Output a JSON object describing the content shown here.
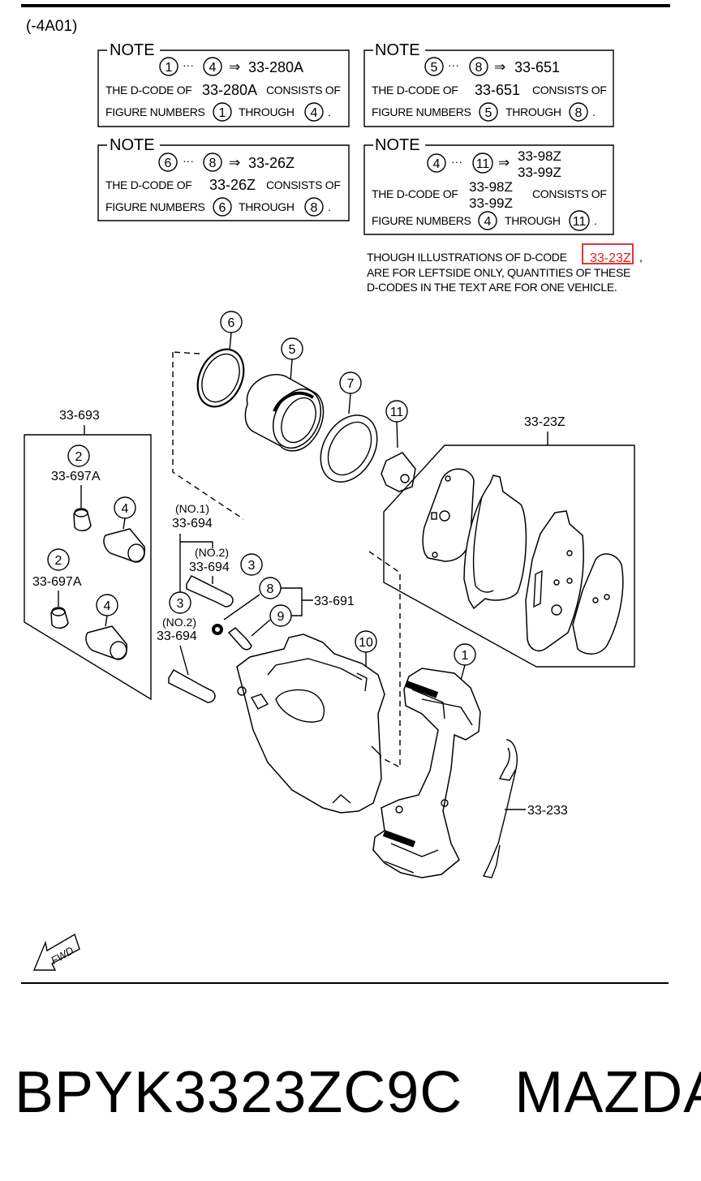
{
  "header": {
    "code": "(-4A01)"
  },
  "notes": [
    {
      "title": "NOTE",
      "from": "1",
      "to": "4",
      "dcode": "33-280A",
      "line1_pre": "THE D-CODE OF",
      "line1_code": "33-280A",
      "line1_post": "CONSISTS OF",
      "line2_pre": "FIGURE NUMBERS",
      "line2_mid": "THROUGH",
      "line2_end": "."
    },
    {
      "title": "NOTE",
      "from": "5",
      "to": "8",
      "dcode": "33-651",
      "line1_pre": "THE D-CODE OF",
      "line1_code": "33-651",
      "line1_post": "CONSISTS OF",
      "line2_pre": "FIGURE NUMBERS",
      "line2_mid": "THROUGH",
      "line2_end": "."
    },
    {
      "title": "NOTE",
      "from": "6",
      "to": "8",
      "dcode": "33-26Z",
      "line1_pre": "THE D-CODE OF",
      "line1_code": "33-26Z",
      "line1_post": "CONSISTS OF",
      "line2_pre": "FIGURE NUMBERS",
      "line2_mid": "THROUGH",
      "line2_end": "."
    },
    {
      "title": "NOTE",
      "from": "4",
      "to": "11",
      "dcode": "33-98Z",
      "dcode2": "33-99Z",
      "line1_pre": "THE D-CODE OF",
      "line1_code": "33-98Z",
      "line1_code2": "33-99Z",
      "line1_post": "CONSISTS OF",
      "line2_pre": "FIGURE NUMBERS",
      "line2_mid": "THROUGH",
      "line2_end": "."
    }
  ],
  "disclaimer": {
    "line1_pre": "THOUGH ILLUSTRATIONS OF D-CODE",
    "highlight_code": "33-23Z",
    "line1_post": ",",
    "line2": "ARE FOR LEFTSIDE ONLY, QUANTITIES OF THESE",
    "line3": "D-CODES IN THE TEXT ARE FOR ONE VEHICLE."
  },
  "callouts": {
    "c1": "1",
    "c2a": "2",
    "c2b": "2",
    "c3a": "3",
    "c3b": "3",
    "c4a": "4",
    "c4b": "4",
    "c5": "5",
    "c6": "6",
    "c7": "7",
    "c8": "8",
    "c9": "9",
    "c10": "10",
    "c11": "11"
  },
  "labels": {
    "group_left": "33-693",
    "bushing_a": "33-697A",
    "bushing_b": "33-697A",
    "pads_group": "33-23Z",
    "no1": "(NO.1)",
    "bolt_no1": "33-694",
    "no2a": "(NO.2)",
    "bolt_no2a": "33-694",
    "no2b": "(NO.2)",
    "bolt_no2b": "33-694",
    "bleeder_group": "33-691",
    "spring": "33-233",
    "fwd": "FWD"
  },
  "footer": {
    "part_number": "BPYK3323ZC9C",
    "brand": "MAZDA"
  },
  "colors": {
    "highlight": "#e0201a",
    "ink": "#000000"
  }
}
